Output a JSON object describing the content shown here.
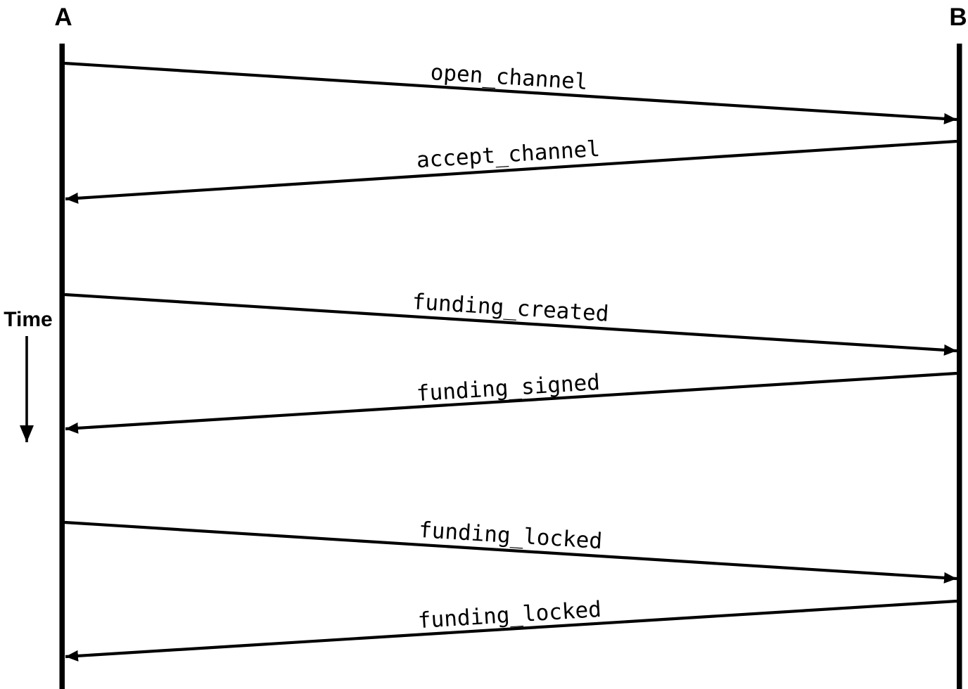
{
  "diagram": {
    "type": "sequence-diagram",
    "background_color": "#ffffff",
    "line_color": "#000000",
    "actors": [
      {
        "id": "A",
        "label": "A"
      },
      {
        "id": "B",
        "label": "B"
      }
    ],
    "time_axis": {
      "label": "Time",
      "direction": "down",
      "icon": "down-arrow-icon"
    },
    "messages": [
      {
        "from": "A",
        "to": "B",
        "label": "open_channel"
      },
      {
        "from": "B",
        "to": "A",
        "label": "accept_channel"
      },
      {
        "from": "A",
        "to": "B",
        "label": "funding_created"
      },
      {
        "from": "B",
        "to": "A",
        "label": "funding_signed"
      },
      {
        "from": "A",
        "to": "B",
        "label": "funding_locked"
      },
      {
        "from": "B",
        "to": "A",
        "label": "funding_locked"
      }
    ]
  }
}
